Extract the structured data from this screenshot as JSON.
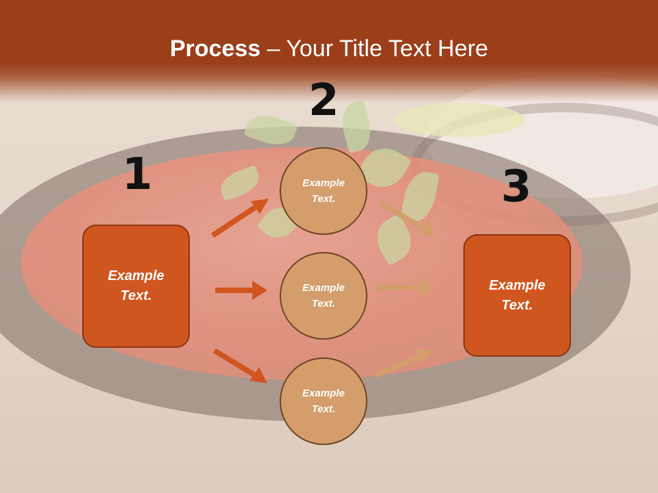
{
  "title": {
    "bold": "Process",
    "rest": " – Your Title Text Here"
  },
  "steps": {
    "one": "1",
    "two": "2",
    "three": "3"
  },
  "left_box": {
    "text": "Example\nText."
  },
  "right_box": {
    "text": "Example\nText."
  },
  "circles": [
    {
      "text": "Example\nText."
    },
    {
      "text": "Example\nText."
    },
    {
      "text": "Example\nText."
    }
  ],
  "colors": {
    "header": "#9a3f1a",
    "box": "#d0561f",
    "circle": "#d39d6c",
    "arrow_left": "#d0561f",
    "arrow_right": "#d39d6c"
  }
}
